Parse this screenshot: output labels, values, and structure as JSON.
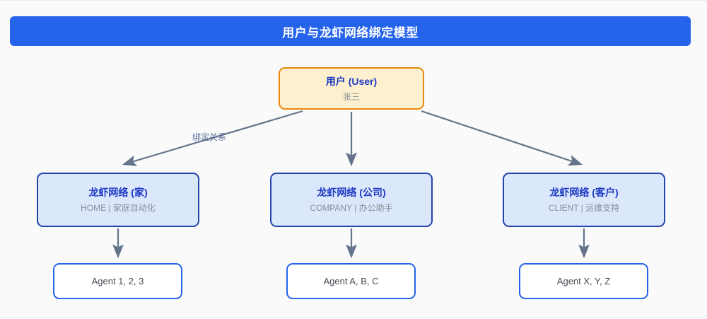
{
  "header": {
    "title": "用户与龙虾网络绑定模型",
    "background_color": "#2563eb",
    "text_color": "#ffffff"
  },
  "diagram": {
    "type": "hierarchy",
    "user_node": {
      "title": "用户 (User)",
      "subtitle": "张三",
      "fill_color": "#fdf0cf",
      "border_color": "#e8890c",
      "title_color": "#1d39c4",
      "subtitle_color": "#8a8f98"
    },
    "edge_label": "绑定关系",
    "edge_color": "#64748b",
    "network_nodes": [
      {
        "title": "龙虾网络 (家)",
        "subtitle": "HOME | 家庭自动化",
        "code": "HOME",
        "description": "家庭自动化"
      },
      {
        "title": "龙虾网络 (公司)",
        "subtitle": "COMPANY | 办公助手",
        "code": "COMPANY",
        "description": "办公助手"
      },
      {
        "title": "龙虾网络 (客户)",
        "subtitle": "CLIENT | 运维支持",
        "code": "CLIENT",
        "description": "运维支持"
      }
    ],
    "network_style": {
      "fill_color": "#dbe7fb",
      "border_color": "#2344a8",
      "title_color": "#1d39c4",
      "subtitle_color": "#8a8f98"
    },
    "agent_nodes": [
      {
        "label": "Agent 1, 2, 3"
      },
      {
        "label": "Agent A, B, C"
      },
      {
        "label": "Agent X, Y, Z"
      }
    ],
    "agent_style": {
      "fill_color": "#ffffff",
      "border_color": "#2563eb",
      "text_color": "#4a4a55"
    }
  }
}
